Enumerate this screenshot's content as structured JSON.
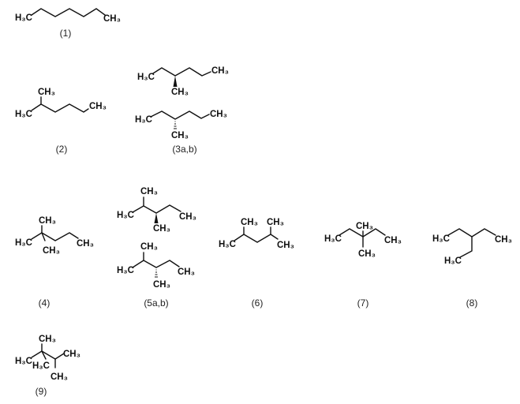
{
  "title": "Structural isomers of heptane",
  "structures": [
    {
      "label": "(1)",
      "atoms": [
        "H₃C",
        "CH₃"
      ]
    },
    {
      "label": "(2)",
      "atoms": [
        "H₃C",
        "CH₃",
        "CH₃"
      ]
    },
    {
      "label": "(3a,b)",
      "atoms_a": [
        "H₃C",
        "CH₃",
        "CH₃"
      ],
      "atoms_b": [
        "H₃C",
        "CH₃",
        "CH₃"
      ]
    },
    {
      "label": "(4)",
      "atoms": [
        "H₃C",
        "CH₃",
        "CH₃",
        "CH₃"
      ]
    },
    {
      "label": "(5a,b)",
      "atoms_a": [
        "CH₃",
        "H₃C",
        "CH₃",
        "CH₃"
      ],
      "atoms_b": [
        "CH₃",
        "H₃C",
        "CH₃",
        "CH₃"
      ]
    },
    {
      "label": "(6)",
      "atoms": [
        "H₃C",
        "CH₃",
        "CH₃",
        "CH₃"
      ]
    },
    {
      "label": "(7)",
      "atoms": [
        "H₃C",
        "CH₃",
        "CH₃",
        "CH₃"
      ]
    },
    {
      "label": "(8)",
      "atoms": [
        "H₃C",
        "CH₃",
        "H₃C"
      ]
    },
    {
      "label": "(9)",
      "atoms": [
        "CH₃",
        "H₃C",
        "H₃C",
        "CH₃",
        "CH₃"
      ]
    }
  ]
}
